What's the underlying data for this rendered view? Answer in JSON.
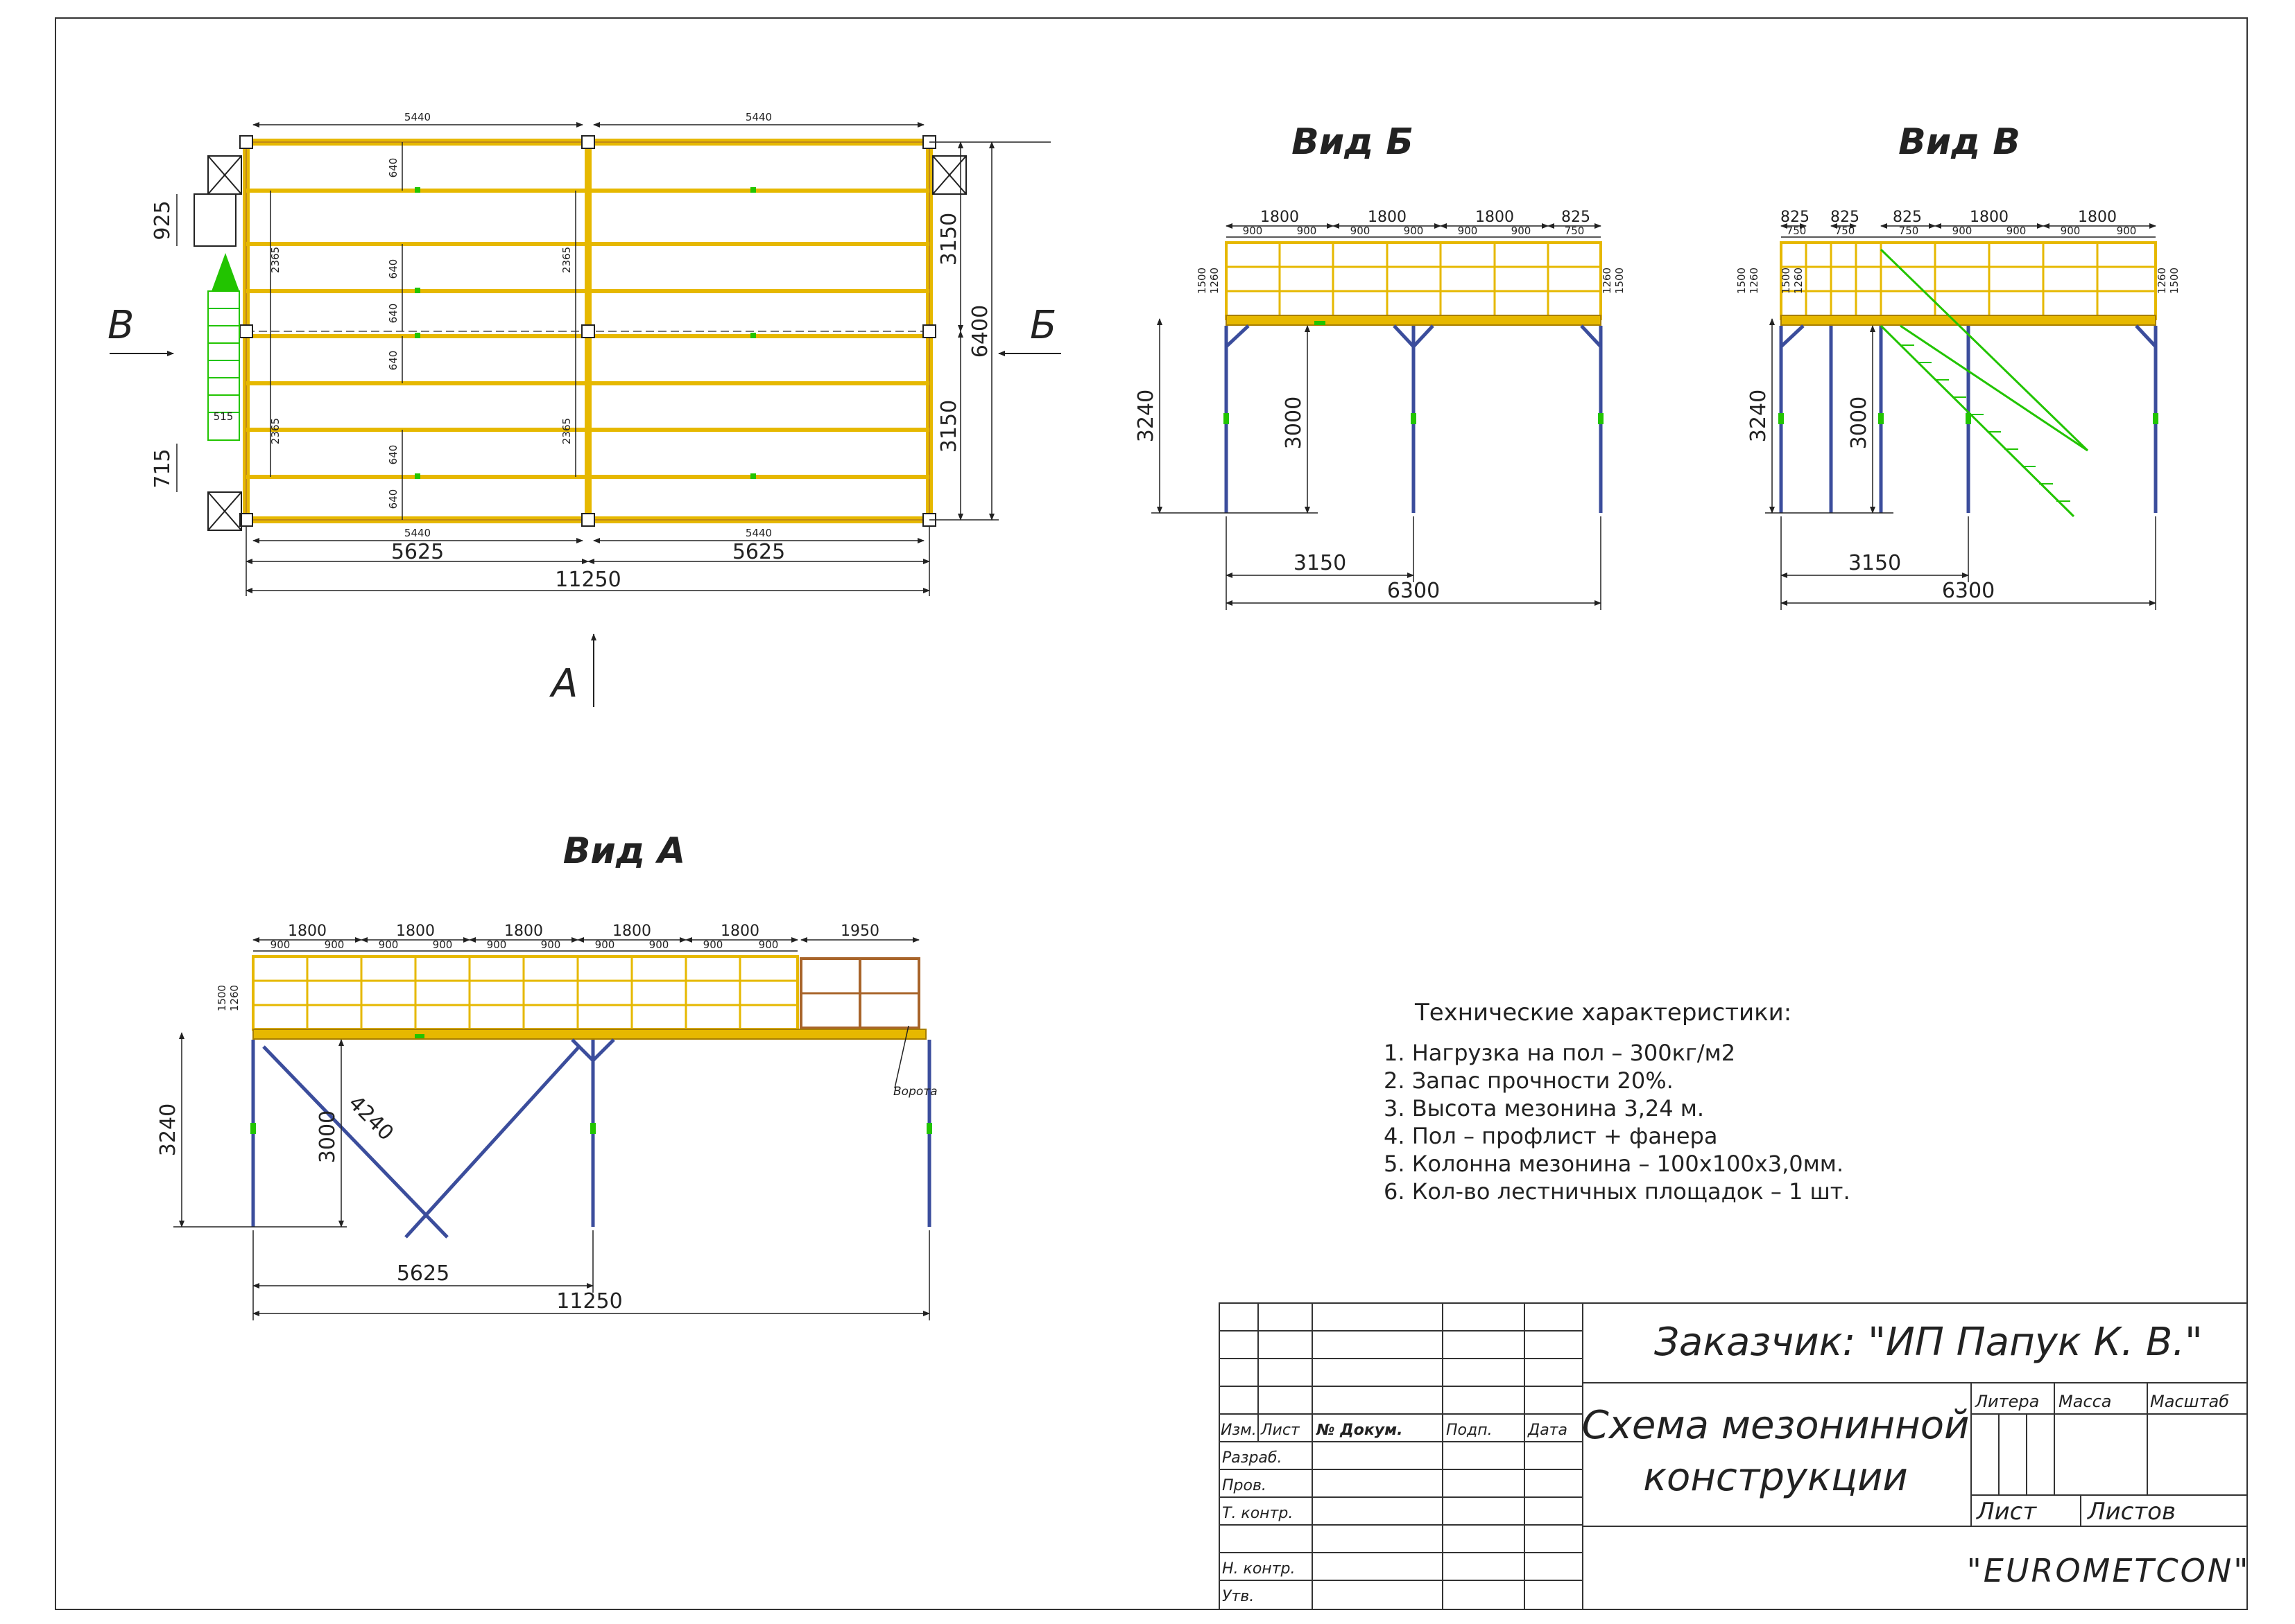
{
  "views": {
    "view_b_title": "Вид Б",
    "view_v_title": "Вид В",
    "view_a_title": "Вид А"
  },
  "arrows": {
    "a": "А",
    "b": "Б",
    "v": "В"
  },
  "plan_dims": {
    "top_left": "5440",
    "top_right": "5440",
    "bottom_inner_left": "5440",
    "bottom_inner_right": "5440",
    "bottom_left": "5625",
    "bottom_right": "5625",
    "total": "11250",
    "right_upper": "3150",
    "right_lower": "3150",
    "right_total": "6400",
    "left_upper": "925",
    "left_lower": "715",
    "span_1": "2365",
    "span_2": "2365",
    "span_3": "2365",
    "span_4": "2365",
    "bay_1": "640",
    "bay_2": "640",
    "bay_3": "640",
    "bay_4": "640",
    "bay_5": "640",
    "bay_6": "640",
    "stair_width": "515"
  },
  "view_b_dims": {
    "top_1": "1800",
    "top_2": "1800",
    "top_3": "1800",
    "top_4": "825",
    "sub_1": "900",
    "sub_2": "900",
    "sub_3": "900",
    "sub_4": "900",
    "sub_5": "900",
    "sub_6": "900",
    "sub_7": "750",
    "rail_high": "1500",
    "rail_low": "1260",
    "rail_high_r": "1500",
    "rail_low_r": "1260",
    "height_total": "3240",
    "height_col": "3000",
    "half": "3150",
    "total": "6300"
  },
  "view_v_dims": {
    "top_1": "825",
    "top_2": "825",
    "top_3": "825",
    "top_4": "1800",
    "top_5": "1800",
    "sub_1": "750",
    "sub_2": "750",
    "sub_3": "750",
    "sub_4": "900",
    "sub_5": "900",
    "sub_6": "900",
    "sub_7": "900",
    "rail_high": "1500",
    "rail_low": "1260",
    "rail_high_2": "1500",
    "rail_low_2": "1260",
    "rail_high_r": "1500",
    "rail_low_r": "1260",
    "height_total": "3240",
    "height_col": "3000",
    "half": "3150",
    "total": "6300"
  },
  "view_a_dims": {
    "top_1": "1800",
    "top_2": "1800",
    "top_3": "1800",
    "top_4": "1800",
    "top_5": "1800",
    "top_6": "1950",
    "sub_1": "900",
    "sub_2": "900",
    "sub_3": "900",
    "sub_4": "900",
    "sub_5": "900",
    "sub_6": "900",
    "sub_7": "900",
    "sub_8": "900",
    "sub_9": "900",
    "sub_10": "900",
    "rail_high": "1500",
    "rail_low": "1260",
    "height_total": "3240",
    "height_col": "3000",
    "diagonal": "4240",
    "half": "5625",
    "total": "11250",
    "gate_label": "Ворота"
  },
  "specs": {
    "title": "Технические характеристики:",
    "items": [
      "1.   Нагрузка на пол – 300кг/м2",
      "2.   Запас прочности 20%.",
      "3.   Высота мезонина 3,24 м.",
      "4.   Пол – профлист + фанера",
      "5.   Колонна мезонина – 100x100x3,0мм.",
      "6.   Кол-во лестничных площадок – 1 шт."
    ]
  },
  "title_block": {
    "customer": "Заказчик: \"ИП Папук К. В.\"",
    "drawing_title_1": "Схема мезонинной",
    "drawing_title_2": "конструкции",
    "col_izm": "Изм.",
    "col_list": "Лист",
    "col_doc": "№ Докум.",
    "col_sign": "Подп.",
    "col_date": "Дата",
    "row_razrab": "Разраб.",
    "row_prov": "Пров.",
    "row_tkontr": "Т. контр.",
    "row_nkontr": "Н. контр.",
    "row_utv": "Утв.",
    "litera": "Литера",
    "massa": "Масса",
    "masshtab": "Масштаб",
    "sheet": "Лист",
    "sheets": "Листов",
    "company": "\"EUROMETCON\""
  }
}
